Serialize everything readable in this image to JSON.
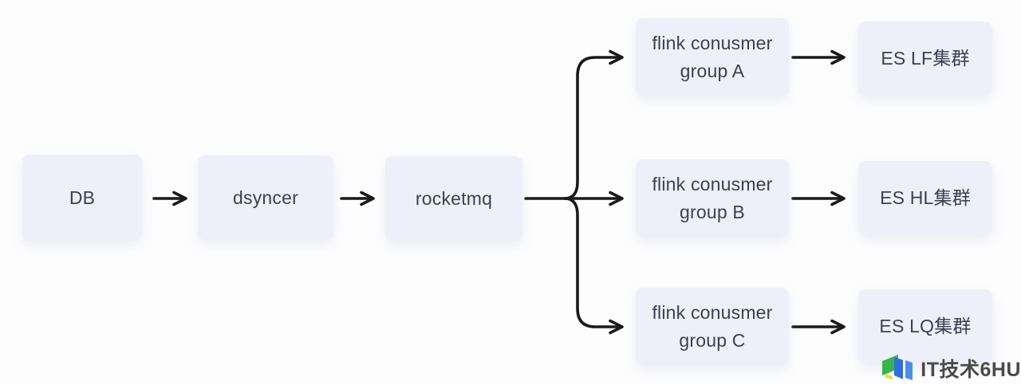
{
  "diagram": {
    "type": "flowchart",
    "direction": "left-to-right",
    "colors": {
      "background": "#fdfdfe",
      "node_fill": "#edf0f9",
      "node_text": "#3b4152",
      "arrow_line": "#1a1a1a"
    },
    "nodes": [
      {
        "id": "db",
        "label": "DB"
      },
      {
        "id": "dsyncer",
        "label": "dsyncer"
      },
      {
        "id": "rocketmq",
        "label": "rocketmq"
      },
      {
        "id": "flink-group-a",
        "label": "flink conusmer\ngroup A"
      },
      {
        "id": "flink-group-b",
        "label": "flink conusmer\ngroup B"
      },
      {
        "id": "flink-group-c",
        "label": "flink conusmer\ngroup C"
      },
      {
        "id": "es-lf",
        "label": "ES LF集群"
      },
      {
        "id": "es-hl",
        "label": "ES HL集群"
      },
      {
        "id": "es-lq",
        "label": "ES LQ集群"
      }
    ],
    "edges": [
      {
        "from": "db",
        "to": "dsyncer"
      },
      {
        "from": "dsyncer",
        "to": "rocketmq"
      },
      {
        "from": "rocketmq",
        "to": "flink-group-a"
      },
      {
        "from": "rocketmq",
        "to": "flink-group-b"
      },
      {
        "from": "rocketmq",
        "to": "flink-group-c"
      },
      {
        "from": "flink-group-a",
        "to": "es-lf"
      },
      {
        "from": "flink-group-b",
        "to": "es-hl"
      },
      {
        "from": "flink-group-c",
        "to": "es-lq"
      }
    ]
  },
  "watermark": {
    "text": "IT技术6HU",
    "logo": "6hu-logo",
    "logo_colors": {
      "green": "#35b54a",
      "blue_dark": "#2e6fd6",
      "blue_light": "#4b8ee8"
    }
  }
}
